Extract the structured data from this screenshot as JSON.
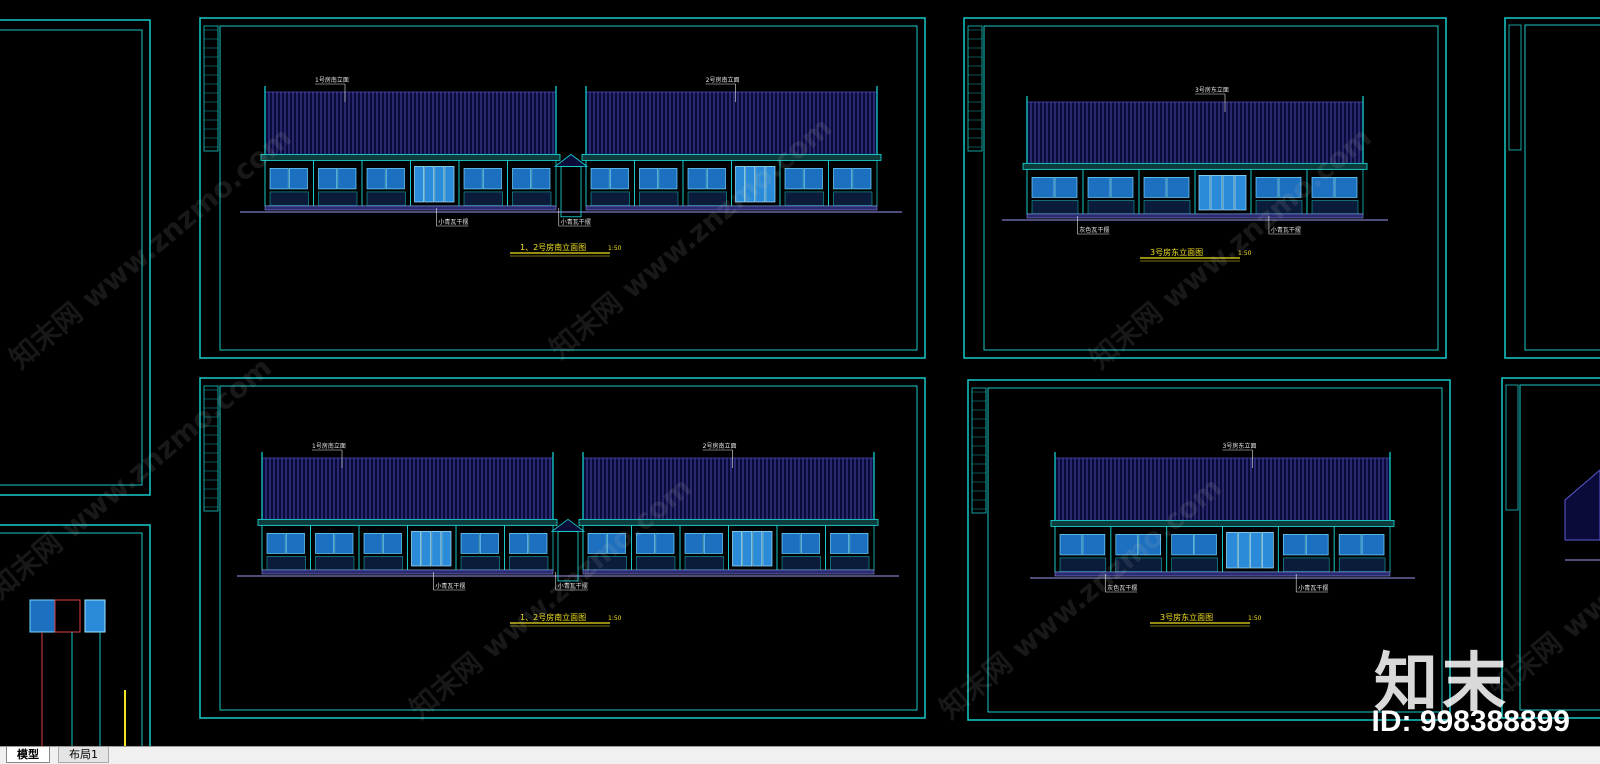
{
  "tabs": [
    {
      "label": "模型",
      "active": true
    },
    {
      "label": "布局1",
      "active": false
    }
  ],
  "sheets": [
    {
      "id": "s1",
      "title": "1、2号房南立面图",
      "scale": "1:50",
      "notes_top": [
        "1号房南立面",
        "2号房南立面"
      ],
      "notes_bottom": [
        "小青瓦干摆",
        "小青瓦干摆"
      ]
    },
    {
      "id": "s2",
      "title": "3号房东立面图",
      "scale": "1:50",
      "notes_top": [
        "3号房东立面"
      ],
      "notes_bottom": [
        "灰色瓦干摆",
        "小青瓦干摆"
      ]
    },
    {
      "id": "s3",
      "title": "1、2号房南立面图",
      "scale": "1:50",
      "notes_top": [
        "1号房南立面",
        "2号房南立面"
      ],
      "notes_bottom": [
        "小青瓦干摆",
        "小青瓦干摆"
      ]
    },
    {
      "id": "s4",
      "title": "3号房东立面图",
      "scale": "1:50",
      "notes_top": [
        "3号房东立面"
      ],
      "notes_bottom": [
        "灰色瓦干摆",
        "小青瓦干摆"
      ]
    }
  ],
  "watermark": {
    "brand": "知末",
    "id_label": "ID: 998388899",
    "site_text": "知末网 www.znzmo.com"
  },
  "colors": {
    "background": "#000000",
    "sheet_border": "#19c9c9",
    "roof": "#5a5ad8",
    "window": "#1d6fbf",
    "title": "#f0e020"
  }
}
